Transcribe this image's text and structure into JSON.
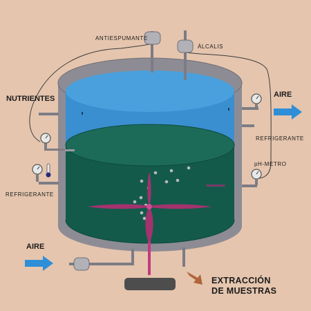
{
  "labels": {
    "antiespumante": "ANTIESPUMANTE",
    "alcalis": "ÁLCALIS",
    "nutrientes": "NUTRIENTES",
    "aire_out": "AIRE",
    "refrigerante_right": "REFRIGERANTE",
    "ph_metro": "pH-METRO",
    "refrigerante_left": "REFRIGERANTE",
    "aire_in": "AIRE",
    "extraccion_line1": "EXTRACCIÓN",
    "extraccion_line2": "DE MUESTRAS"
  },
  "colors": {
    "background": "#e5c5ae",
    "tank_shell": "#8d8c94",
    "shell_dark": "#6f6e76",
    "headspace": "#3a8fd0",
    "headspace_top": "#4aa0dc",
    "liquid": "#135a4b",
    "liquid_top": "#1c6b58",
    "impeller": "#a2336e",
    "shaft": "#c23a7e",
    "air_arrow": "#2e8fd8",
    "sample_arrow": "#b0653a",
    "pipe": "#7d7c84",
    "gauge_face": "#e8e8e8",
    "motor": "#4d4d4d",
    "bubble": "#b8b8b8"
  },
  "icons": {
    "gauges": [
      "pressure-gauge-icon",
      "thermometer-icon",
      "ph-meter-icon"
    ],
    "arrows": [
      "air-outlet-arrow-icon",
      "air-inlet-arrow-icon",
      "sample-extraction-arrow-icon"
    ]
  }
}
